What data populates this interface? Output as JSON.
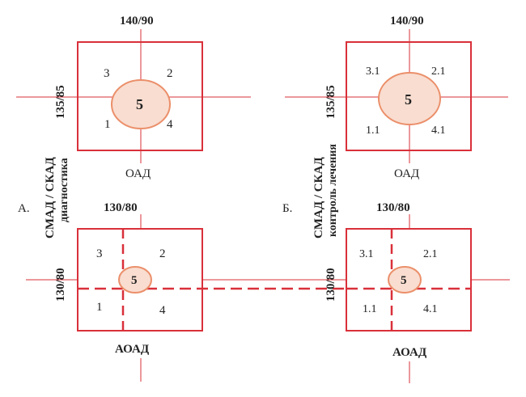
{
  "colors": {
    "line": "#d9303a",
    "circle_fill": "#f9ddd0",
    "circle_stroke": "#eb8f6a",
    "text": "#222222"
  },
  "panel_a": {
    "label": "А.",
    "side_label_top": "СМАД / СКАД",
    "side_label_bottom": "диагностика",
    "top": {
      "top_threshold": "140/90",
      "left_threshold": "135/85",
      "bottom_label": "ОАД",
      "q_top_left": "3",
      "q_top_right": "2",
      "q_bottom_left": "1",
      "q_bottom_right": "4",
      "center": "5"
    },
    "bottom": {
      "top_threshold": "130/80",
      "left_threshold": "130/80",
      "bottom_label": "АОАД",
      "q_top_left": "3",
      "q_top_right": "2",
      "q_bottom_left": "1",
      "q_bottom_right": "4",
      "center": "5"
    }
  },
  "panel_b": {
    "label": "Б.",
    "side_label_top": "СМАД / СКАД",
    "side_label_bottom": "контроль лечения",
    "top": {
      "top_threshold": "140/90",
      "left_threshold": "135/85",
      "bottom_label": "ОАД",
      "q_top_left": "3.1",
      "q_top_right": "2.1",
      "q_bottom_left": "1.1",
      "q_bottom_right": "4.1",
      "center": "5"
    },
    "bottom": {
      "top_threshold": "130/80",
      "left_threshold": "130/80",
      "bottom_label": "АОАД",
      "q_top_left": "3.1",
      "q_top_right": "2.1",
      "q_bottom_left": "1.1",
      "q_bottom_right": "4.1",
      "center": "5"
    }
  }
}
